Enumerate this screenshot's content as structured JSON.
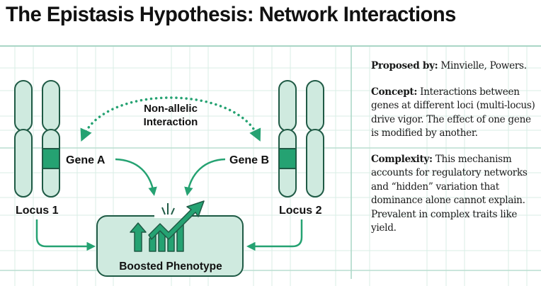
{
  "title": "The Epistasis Hypothesis: Network Interactions",
  "colors": {
    "accent": "#25a272",
    "chromosome_fill": "#cfeadf",
    "outline": "#1f5a45",
    "grid": "#cde8df",
    "grid_strong": "#a9d6c6"
  },
  "diagram": {
    "interaction_label_line1": "Non-allelic",
    "interaction_label_line2": "Interaction",
    "gene_a": "Gene A",
    "gene_b": "Gene B",
    "locus_1": "Locus 1",
    "locus_2": "Locus 2",
    "phenotype": "Boosted Phenotype",
    "phenotype_icon": "growth-chart-icon"
  },
  "info": {
    "proposed_label": "Proposed by:",
    "proposed_text": " Minvielle, Powers.",
    "concept_label": "Concept:",
    "concept_text": " Interactions between genes at different loci (multi-locus) drive vigor. The effect of one gene is modified by another.",
    "complexity_label": "Complexity:",
    "complexity_text": " This mechanism accounts for regulatory networks and “hidden” variation that dominance alone cannot explain. Prevalent in complex traits like yield."
  }
}
